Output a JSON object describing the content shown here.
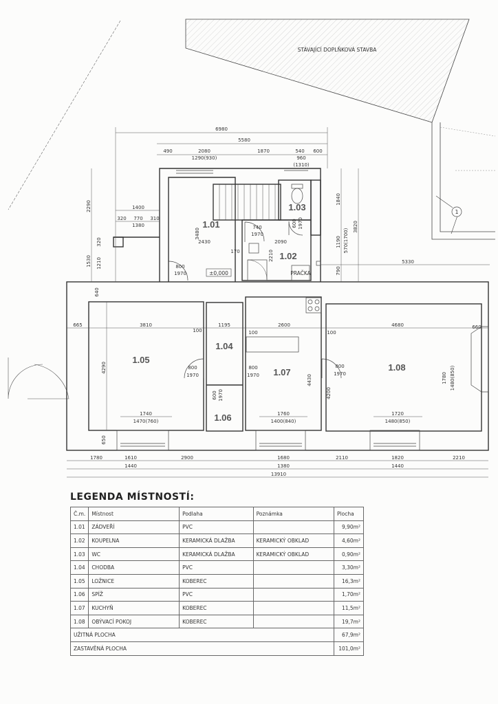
{
  "drawing": {
    "existing_building_label": "STÁVAJÍCÍ DOPLŇKOVÁ STAVBA",
    "marker_label": "1",
    "rooms": [
      "1.01",
      "1.02",
      "1.03",
      "1.04",
      "1.05",
      "1.06",
      "1.07",
      "1.08"
    ],
    "level_mark": "±0,000",
    "washer_label": "PRAČKA",
    "dims": [
      "6980",
      "5580",
      "490",
      "2080",
      "1290(930)",
      "1870",
      "540",
      "600",
      "960",
      "(1310)",
      "2290",
      "1400",
      "320",
      "770",
      "310",
      "1380",
      "320",
      "1530",
      "1210",
      "800",
      "1970",
      "3480",
      "2430",
      "740",
      "1970",
      "170",
      "2090",
      "2210",
      "600",
      "1970",
      "1840",
      "3820",
      "1190",
      "570(1700)",
      "790",
      "5330",
      "640",
      "665",
      "3810",
      "100",
      "1195",
      "2600",
      "4680",
      "660",
      "4290",
      "100",
      "100",
      "800",
      "1970",
      "800",
      "1970",
      "800",
      "1970",
      "4430",
      "4200",
      "1780",
      "1480(850)",
      "600",
      "1970",
      "1740",
      "1470(760)",
      "1760",
      "1400(840)",
      "1720",
      "1480(850)",
      "650",
      "1780",
      "1610",
      "2900",
      "1680",
      "2110",
      "1820",
      "2210",
      "1440",
      "1380",
      "1440",
      "13910"
    ]
  },
  "legend": {
    "title": "LEGENDA MÍSTNOSTÍ:",
    "headers": [
      "Č.m.",
      "Místnost",
      "Podlaha",
      "Poznámka",
      "Plocha"
    ],
    "rows": [
      [
        "1.01",
        "ZÁDVEŘÍ",
        "PVC",
        "",
        "9,90m²"
      ],
      [
        "1.02",
        "KOUPELNA",
        "KERAMICKÁ DLAŽBA",
        "KERAMICKÝ OBKLAD",
        "4,60m²"
      ],
      [
        "1.03",
        "WC",
        "KERAMICKÁ DLAŽBA",
        "KERAMICKÝ OBKLAD",
        "0,90m²"
      ],
      [
        "1.04",
        "CHODBA",
        "PVC",
        "",
        "3,30m²"
      ],
      [
        "1.05",
        "LOŽNICE",
        "KOBEREC",
        "",
        "16,3m²"
      ],
      [
        "1.06",
        "SPÍŽ",
        "PVC",
        "",
        "1,70m²"
      ],
      [
        "1.07",
        "KUCHYŇ",
        "KOBEREC",
        "",
        "11,5m²"
      ],
      [
        "1.08",
        "OBÝVACÍ POKOJ",
        "KOBEREC",
        "",
        "19,7m²"
      ]
    ],
    "usable_label": "UŽITNÁ PLOCHA",
    "usable_value": "67,9m²",
    "built_label": "ZASTAVĚNÁ PLOCHA",
    "built_value": "101,0m²"
  }
}
